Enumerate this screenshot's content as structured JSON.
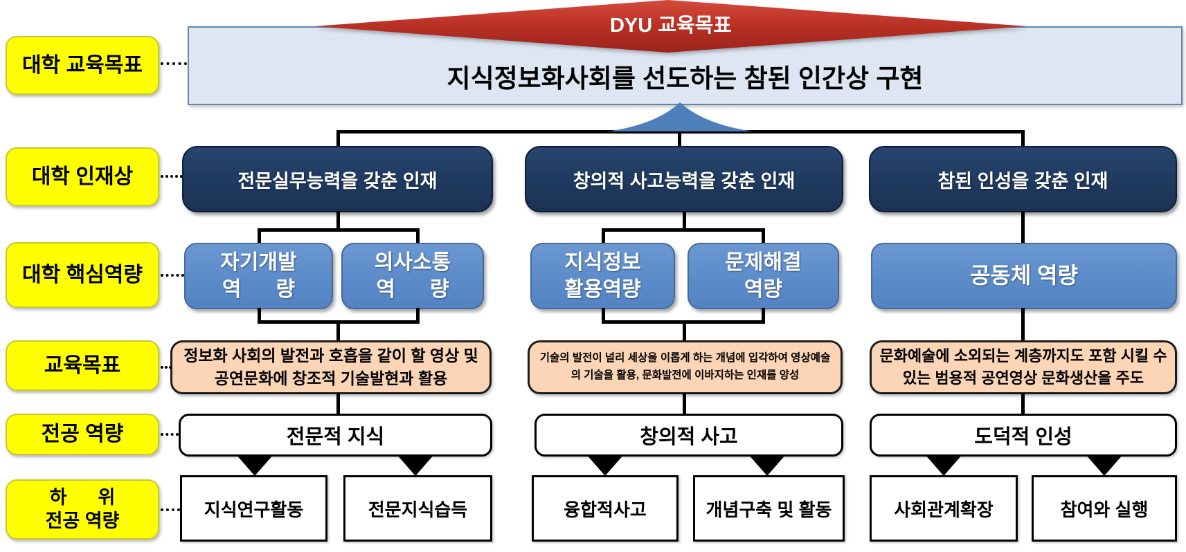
{
  "top": {
    "banner_label": "DYU 교육목표",
    "goal_text": "지식정보화사회를 선도하는 참된 인간상 구현"
  },
  "row_labels": [
    {
      "text": "대학 교육목표"
    },
    {
      "text": "대학 인재상"
    },
    {
      "text": "대학 핵심역량"
    },
    {
      "text": "교육목표"
    },
    {
      "text": "전공 역량"
    },
    {
      "text": "하      위\n전공 역량"
    }
  ],
  "columns": [
    {
      "talent": "전문실무능력을 갖춘 인재",
      "core_competencies": [
        "자기개발\n역      량",
        "의사소통\n역      량"
      ],
      "edu_goal": "정보화 사회의 발전과 호흡을 같이 할 영상 및 공연문화에 창조적 기술발현과 활용",
      "major_competency": "전문적 지식",
      "sub_competencies": [
        "지식연구활동",
        "전문지식습득"
      ]
    },
    {
      "talent": "창의적 사고능력을 갖춘 인재",
      "core_competencies": [
        "지식정보\n활용역량",
        "문제해결\n역량"
      ],
      "edu_goal": "기술의 발전이 널리 세상을 이롭게 하는 개념에 입각하여 영상예술의 기술을 활용, 문화발전에 이바지하는 인재를 양성",
      "major_competency": "창의적 사고",
      "sub_competencies": [
        "융합적사고",
        "개념구축 및 활동"
      ]
    },
    {
      "talent": "참된 인성을 갖춘 인재",
      "core_competencies": [
        "공동체 역량"
      ],
      "edu_goal": "문화예술에 소외되는 계층까지도 포함 시킬 수 있는 범용적 공연영상 문화생산을 주도",
      "major_competency": "도덕적 인성",
      "sub_competencies": [
        "사회관계확장",
        "참여와 실행"
      ]
    }
  ],
  "colors": {
    "label_yellow": "#ffff00",
    "talent_navy": "#1f3a5f",
    "competency_blue": "#5b8bc9",
    "goal_light_blue": "#dde6f2",
    "banner_red": "#bb3125",
    "edu_goal_peach": "#fbd5b5",
    "connector_black": "#000000",
    "arrow_blue": "#4d7fba"
  }
}
